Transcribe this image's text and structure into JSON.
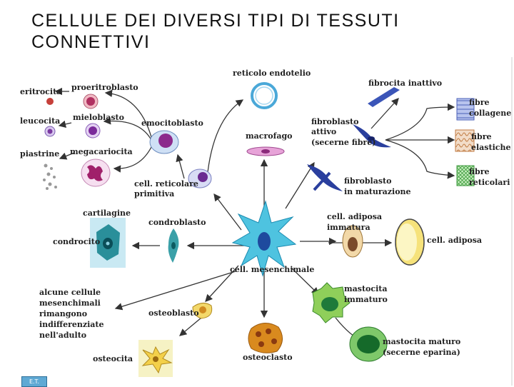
{
  "title": "CELLULE DEI DIVERSI TIPI DI TESSUTI CONNETTIVI",
  "labels": {
    "eritrocita": "eritrocita",
    "proeritroblasto": "proeritroblasto",
    "leucocita": "leucocita",
    "mieloblasto": "mieloblasto",
    "piastrine": "piastrine",
    "megacariocita": "megacariocita",
    "emocitoblasto": "emocitoblasto",
    "reticolo_endotelio": "reticolo endotelio",
    "macrofago": "macrofago",
    "cell_reticolare_1": "cell. reticolare",
    "cell_reticolare_2": "primitiva",
    "fibrocita_inattivo": "fibrocita inattivo",
    "fibroblasto_attivo_1": "fibroblasto",
    "fibroblasto_attivo_2": "attivo",
    "fibroblasto_attivo_3": "(secerne fibre)",
    "fibre_collagene_1": "fibre",
    "fibre_collagene_2": "collagene",
    "fibre_elastiche_1": "fibre",
    "fibre_elastiche_2": "elastiche",
    "fibre_reticolari_1": "fibre",
    "fibre_reticolari_2": "reticolari",
    "fibroblasto_maturazione_1": "fibroblasto",
    "fibroblasto_maturazione_2": "in maturazione",
    "cartilagine": "cartilagine",
    "condroblasto": "condroblasto",
    "condrocito": "condrocito",
    "adiposa_immatura_1": "cell. adiposa",
    "adiposa_immatura_2": "immatura",
    "cell_adiposa": "cell. adiposa",
    "cell_mesenchimale": "cell. mesenchimale",
    "indiff_1": "alcune cellule",
    "indiff_2": "mesenchimali",
    "indiff_3": "rimangono",
    "indiff_4": "indifferenziate",
    "indiff_5": "nell'adulto",
    "osteoblasto": "osteoblasto",
    "mastocita_immaturo_1": "mastocita",
    "mastocita_immaturo_2": "immaturo",
    "osteocita": "osteocita",
    "osteoclasto": "osteoclasto",
    "mastocita_maturo_1": "mastocita maturo",
    "mastocita_maturo_2": "(secerne eparina)"
  },
  "badge": "E.T.",
  "colors": {
    "arrow": "#333333",
    "mesenchymal": "#4ec3e0",
    "fibroblast": "#2a3f9e",
    "mast_cell": "#3aa64a",
    "osteoclast": "#d98a1e",
    "adipose": "#f6e27a"
  }
}
